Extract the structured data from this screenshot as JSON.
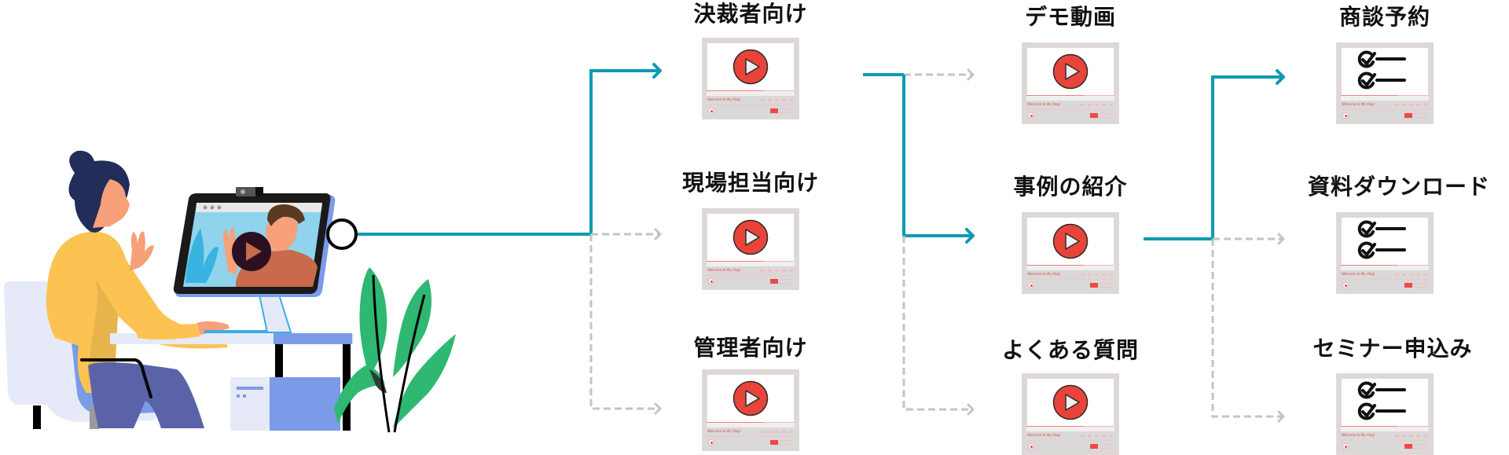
{
  "diagram": {
    "type": "customer-journey-flow",
    "start": {
      "illustration": "video-call-woman-at-desk",
      "connector": "circle-node"
    },
    "columns": [
      {
        "stage": 1,
        "nodes": [
          {
            "id": "decision-makers",
            "label": "決裁者向け",
            "content": "video",
            "highlighted": true
          },
          {
            "id": "field-staff",
            "label": "現場担当向け",
            "content": "video",
            "highlighted": false
          },
          {
            "id": "administrators",
            "label": "管理者向け",
            "content": "video",
            "highlighted": false
          }
        ]
      },
      {
        "stage": 2,
        "nodes": [
          {
            "id": "demo-video",
            "label": "デモ動画",
            "content": "video",
            "highlighted": false
          },
          {
            "id": "case-studies",
            "label": "事例の紹介",
            "content": "video",
            "highlighted": true
          },
          {
            "id": "faq",
            "label": "よくある質問",
            "content": "video",
            "highlighted": false
          }
        ]
      },
      {
        "stage": 3,
        "nodes": [
          {
            "id": "meeting-booking",
            "label": "商談予約",
            "content": "checklist",
            "highlighted": true
          },
          {
            "id": "document-download",
            "label": "資料ダウンロード",
            "content": "checklist",
            "highlighted": false
          },
          {
            "id": "seminar-application",
            "label": "セミナー申込み",
            "content": "checklist",
            "highlighted": false
          }
        ]
      }
    ],
    "edges": [
      {
        "from": "start",
        "to": "decision-makers",
        "style": "solid"
      },
      {
        "from": "start",
        "to": "field-staff",
        "style": "dashed"
      },
      {
        "from": "start",
        "to": "administrators",
        "style": "dashed"
      },
      {
        "from": "decision-makers",
        "to": "demo-video",
        "style": "dashed"
      },
      {
        "from": "decision-makers",
        "to": "case-studies",
        "style": "solid"
      },
      {
        "from": "decision-makers",
        "to": "faq",
        "style": "dashed"
      },
      {
        "from": "case-studies",
        "to": "meeting-booking",
        "style": "solid"
      },
      {
        "from": "case-studies",
        "to": "document-download",
        "style": "dashed"
      },
      {
        "from": "case-studies",
        "to": "seminar-application",
        "style": "dashed"
      }
    ],
    "thumbnail_caption": "Welcome to My Vlog!",
    "colors": {
      "active_path": "#0e9ab4",
      "inactive_path": "#c4c4c4",
      "play_button": "#e9443a",
      "thumbnail_frame": "#d9d9d9",
      "label_text": "#111111"
    }
  }
}
